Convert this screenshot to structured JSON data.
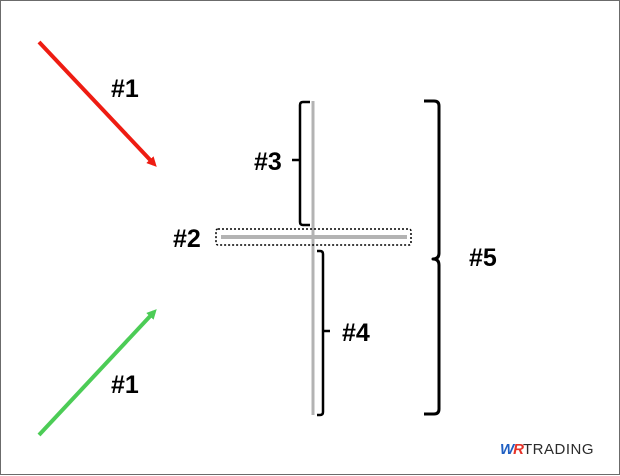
{
  "labels": {
    "arrow_upper": "#1",
    "arrow_lower": "#1",
    "open_close_bar": "#2",
    "upper_wick": "#3",
    "lower_wick": "#4",
    "full_range": "#5"
  },
  "brand": {
    "mark": "WR",
    "word": "TRADING"
  },
  "colors": {
    "red_arrow": "#ee1c12",
    "green_arrow": "#4ccc56",
    "candle": "#b3b3b3",
    "text": "#000000",
    "brand_w": "#1f5fc2",
    "brand_r": "#e63329"
  }
}
